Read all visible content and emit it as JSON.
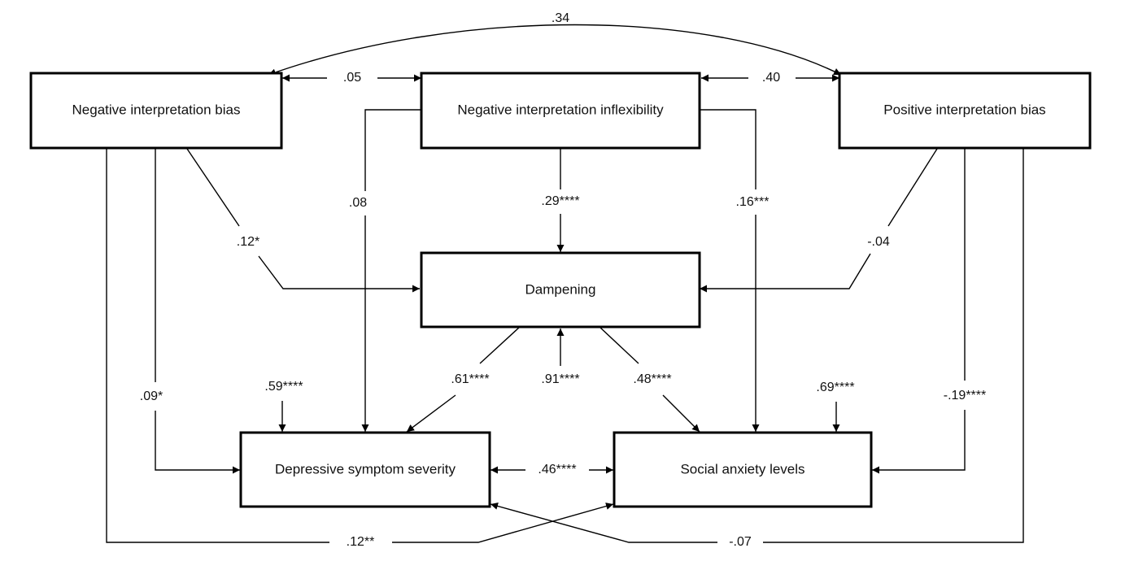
{
  "nodes": {
    "neg_bias": "Negative interpretation bias",
    "neg_inflex": "Negative interpretation inflexibility",
    "pos_bias": "Positive interpretation bias",
    "dampening": "Dampening",
    "depressive": "Depressive symptom severity",
    "social_anxiety": "Social anxiety levels"
  },
  "paths": {
    "negbias_posbias": ".34",
    "negbias_neginflex": ".05",
    "neginflex_posbias": ".40",
    "neginflex_depressive": ".08",
    "neginflex_dampening": ".29****",
    "neginflex_social": ".16***",
    "negbias_dampening": ".12*",
    "posbias_dampening": "-.04",
    "negbias_depressive": ".09*",
    "depressive_residual": ".59****",
    "dampening_depressive": ".61****",
    "dampening_residual": ".91****",
    "dampening_social": ".48****",
    "social_residual": ".69****",
    "posbias_social": "-.19****",
    "depressive_social": ".46****",
    "negbias_social": ".12**",
    "posbias_depressive": "-.07"
  }
}
